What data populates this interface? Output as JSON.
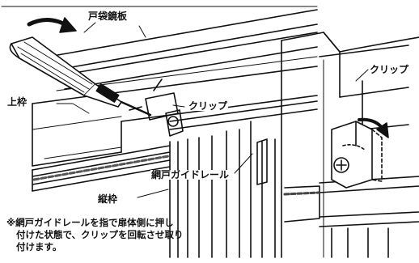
{
  "diagram": {
    "title_fragment": "",
    "labels": {
      "door_pocket_header": "戸袋鏡板",
      "upper_frame": "上枠",
      "clip_main": "クリップ",
      "screen_door_guide_rail": "網戸ガイドレール",
      "vertical_frame": "縦枠",
      "clip_detail": "クリップ"
    },
    "note": {
      "line1": "※網戸ガイドレールを指で扉体側に押し",
      "line2": "付けた状態で、クリップを回転させ取り",
      "line3": "付けます。"
    },
    "icons": [
      "screwdriver-icon",
      "rotation-arrow-icon",
      "rotation-arrow-icon"
    ]
  }
}
